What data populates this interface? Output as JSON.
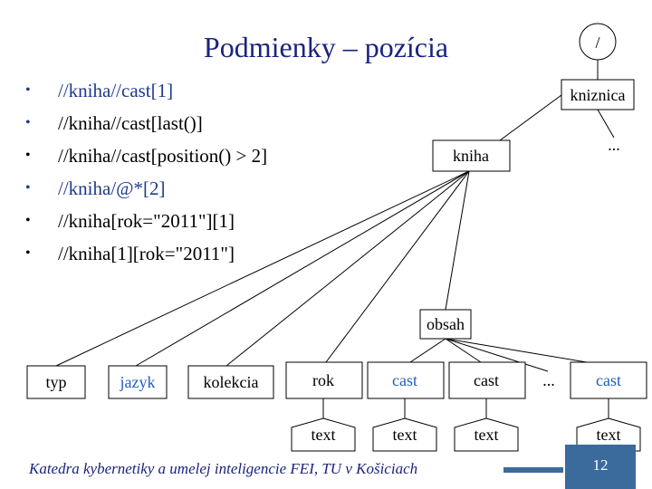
{
  "title": "Podmienky – pozícia",
  "bullets": [
    {
      "text": "//kniha//cast[1]",
      "color": "#1f3a8a"
    },
    {
      "text": "//kniha//cast[last()]",
      "color": "#000000"
    },
    {
      "text": "//kniha//cast[position() > 2]",
      "color": "#000000"
    },
    {
      "text": "//kniha/@*[2]",
      "color": "#1f3a8a"
    },
    {
      "text": "//kniha[rok=\"2011\"][1]",
      "color": "#000000"
    },
    {
      "text": "//kniha[1][rok=\"2011\"]",
      "color": "#000000"
    }
  ],
  "bullet_colors": [
    "#1f3a8a",
    "#1f3a8a",
    "#000000",
    "#1f3a8a",
    "#000000",
    "#000000"
  ],
  "tree": {
    "root": "/",
    "kniznica": "kniznica",
    "ellipsis_top": "...",
    "kniha": "kniha",
    "obsah": "obsah",
    "leaves": {
      "typ": "typ",
      "jazyk": "jazyk",
      "kolekcia": "kolekcia",
      "rok": "rok",
      "cast1": "cast",
      "cast2": "cast",
      "ellipsis": "...",
      "cast3": "cast"
    },
    "texts": {
      "t_rok": "text",
      "t_cast1": "text",
      "t_cast2": "text",
      "t_cast3": "text"
    }
  },
  "colors": {
    "title": "#1a237e",
    "blue_text": "#1f5fbf",
    "accent": "#3a6b9c"
  },
  "footer": {
    "text": "Katedra kybernetiky a umelej inteligencie FEI, TU v Košiciach",
    "page_number": "12"
  }
}
